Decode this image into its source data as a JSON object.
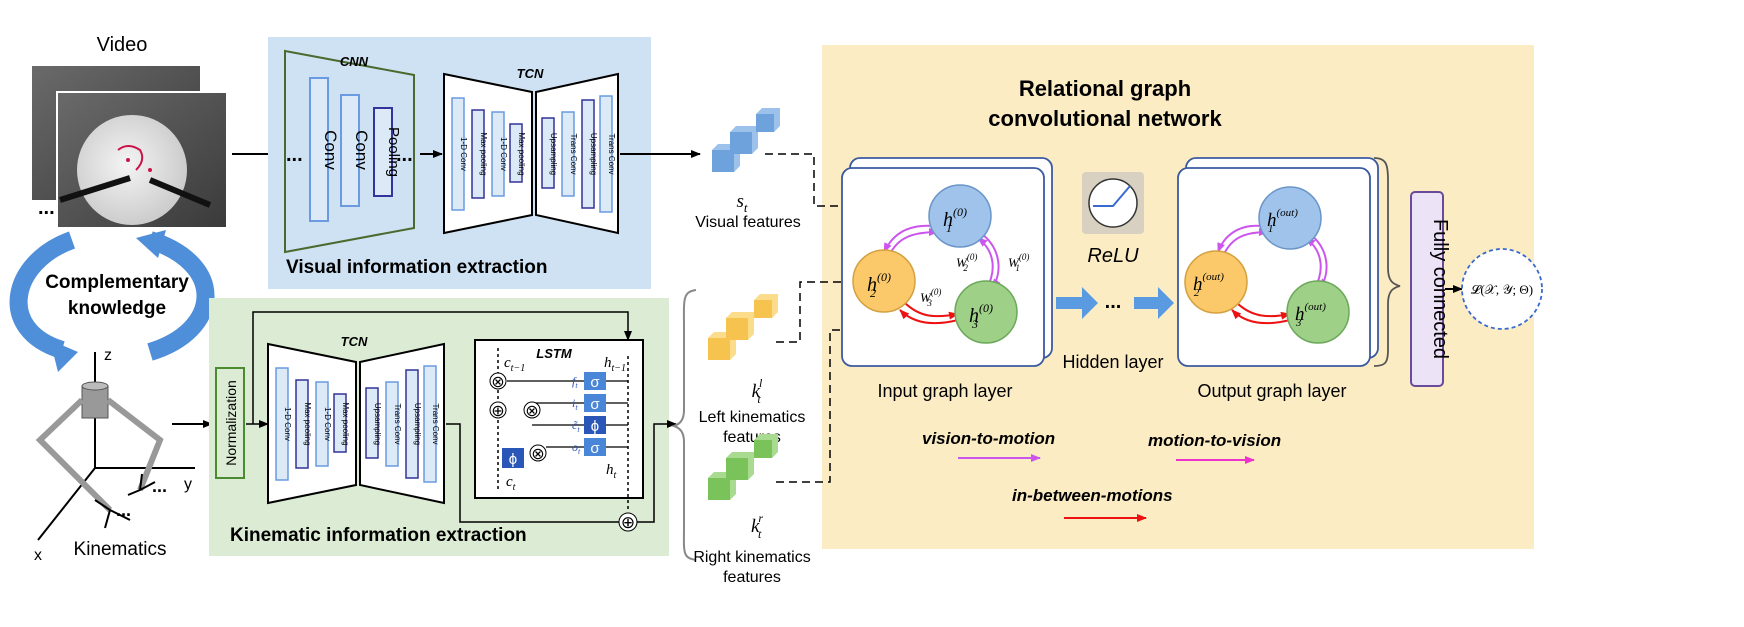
{
  "video": {
    "title": "Video",
    "ellipsis": "..."
  },
  "knowledge": {
    "line1": "Complementary",
    "line2": "knowledge"
  },
  "kinematics_img": {
    "label": "Kinematics",
    "axis_z": "z",
    "axis_y": "y",
    "axis_x": "x",
    "dots1": "...",
    "dots2": "..."
  },
  "visual_block": {
    "title": "Visual information extraction",
    "cnn_label": "CNN",
    "tcn_label": "TCN",
    "cnn_layers": [
      "Conv",
      "Conv",
      "Pooling"
    ],
    "tcn_enc_layers": [
      "1-D Conv",
      "Max pooling",
      "1-D Conv",
      "Max pooling"
    ],
    "tcn_dec_layers": [
      "Upsampling",
      "Trans Conv",
      "Upsampling",
      "Trans Conv"
    ],
    "dots": "..."
  },
  "kinematic_block": {
    "title": "Kinematic information extraction",
    "normalization": "Normalization",
    "tcn_label": "TCN",
    "lstm_label": "LSTM",
    "tcn_enc_layers": [
      "1-D Conv",
      "Max pooling",
      "1-D Conv",
      "Max pooling"
    ],
    "tcn_dec_layers": [
      "Upsampling",
      "Trans Conv",
      "Upsampling",
      "Trans Conv"
    ],
    "lstm": {
      "c_prev": "c",
      "c_prev_sub": "t−1",
      "h_prev": "h",
      "h_prev_sub": "t−1",
      "f": "f",
      "f_sub": "t",
      "i": "i",
      "i_sub": "t",
      "c_tilde": "c̃",
      "c_tilde_sub": "t",
      "o": "o",
      "o_sub": "t",
      "h_t": "h",
      "h_t_sub": "t",
      "c_t": "c",
      "c_t_sub": "t",
      "sigma": "σ",
      "phi": "ϕ",
      "mult": "⊗",
      "add": "⊕"
    }
  },
  "features": {
    "visual_symbol": "s",
    "visual_sub": "t",
    "visual_label": "Visual features",
    "left_symbol": "k",
    "left_sub": "t",
    "left_sup": "l",
    "left_label_1": "Left kinematics",
    "left_label_2": "features",
    "right_symbol": "k",
    "right_sub": "t",
    "right_sup": "r",
    "right_label_1": "Right kinematics",
    "right_label_2": "features"
  },
  "rgcn": {
    "title_line1": "Relational graph",
    "title_line2": "convolutional network",
    "input_label": "Input graph layer",
    "hidden_label": "Hidden layer",
    "output_label": "Output graph layer",
    "relu": "ReLU",
    "dots": "...",
    "input_nodes": {
      "h1": "h",
      "h1_sub": "1",
      "h1_sup": "(0)",
      "h2": "h",
      "h2_sub": "2",
      "h2_sup": "(0)",
      "h3": "h",
      "h3_sub": "3",
      "h3_sup": "(0)"
    },
    "output_nodes": {
      "h1": "h",
      "h1_sub": "1",
      "h1_sup": "(out)",
      "h2": "h",
      "h2_sub": "2",
      "h2_sup": "(out)",
      "h3": "h",
      "h3_sub": "3",
      "h3_sup": "(out)"
    },
    "weights": {
      "w1": "W",
      "w1_sub": "1",
      "w1_sup": "(0)",
      "w2": "W",
      "w2_sub": "2",
      "w2_sup": "(0)",
      "w3": "W",
      "w3_sub": "3",
      "w3_sup": "(0)"
    },
    "legend": {
      "vision_to_motion": "vision-to-motion",
      "motion_to_vision": "motion-to-vision",
      "in_between": "in-between-motions"
    },
    "legend_colors": {
      "vision_to_motion": "#cc55ee",
      "motion_to_vision": "#ee33cc",
      "in_between": "#ee1111"
    }
  },
  "fully_connected": "Fully connected",
  "loss": "𝓛(𝒳, 𝒴; Θ)",
  "colors": {
    "visual_bg": "#cfe2f3",
    "kinematic_bg": "#dcebd3",
    "rgcn_bg": "#fcecc4",
    "node_blue": "#9fc3ea",
    "node_orange": "#fbc96a",
    "node_green": "#9ed088",
    "fc_bg": "#ede3f7"
  }
}
